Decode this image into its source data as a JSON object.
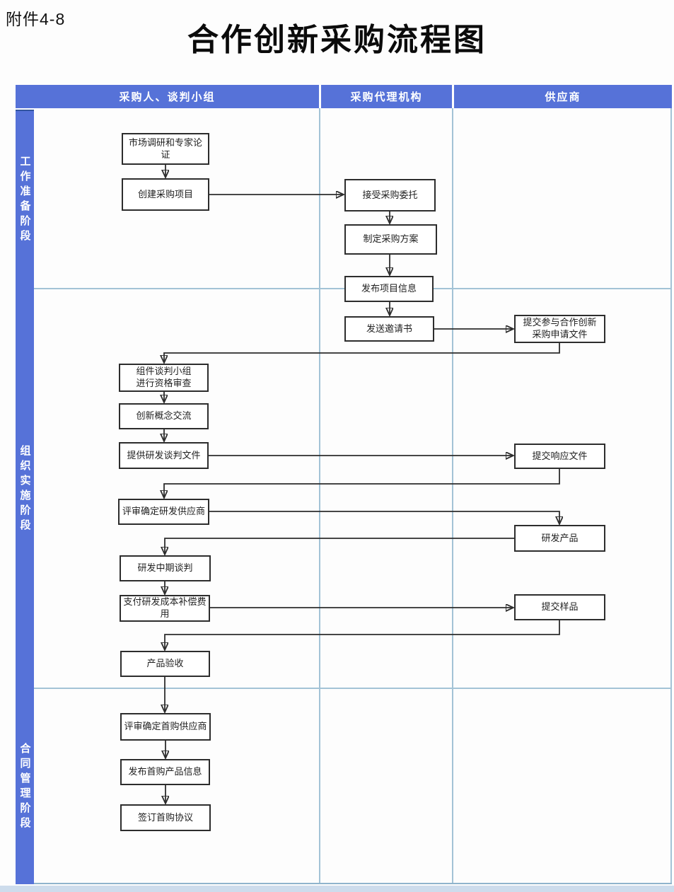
{
  "page": {
    "attachment_label": "附件4-8",
    "title": "合作创新采购流程图"
  },
  "lane_headers": [
    "采购人、谈判小组",
    "采购代理机构",
    "供应商"
  ],
  "phases": [
    "工作准备阶段",
    "组织实施阶段",
    "合同管理阶段"
  ],
  "nodes": {
    "market_research": "市场调研和专家论证",
    "create_project": "创建采购项目",
    "accept_entrustment": "接受采购委托",
    "make_plan": "制定采购方案",
    "publish_project_info": "发布项目信息",
    "send_invitation": "发送邀请书",
    "submit_application": "提交参与合作创新\n采购申请文件",
    "form_group_qualification": "组件谈判小组\n进行资格审查",
    "concept_exchange": "创新概念交流",
    "provide_rd_docs": "提供研发谈判文件",
    "submit_response": "提交响应文件",
    "review_rd_supplier": "评审确定研发供应商",
    "develop_product": "研发产品",
    "midterm_negotiation": "研发中期谈判",
    "pay_compensation": "支付研发成本补偿费\n用",
    "submit_sample": "提交样品",
    "product_acceptance": "产品验收",
    "review_first_supplier": "评审确定首购供应商",
    "publish_first_product_info": "发布首购产品信息",
    "sign_first_agreement": "签订首购协议"
  },
  "edges": [
    {
      "from": "market_research",
      "to": "create_project"
    },
    {
      "from": "create_project",
      "to": "accept_entrustment"
    },
    {
      "from": "accept_entrustment",
      "to": "make_plan"
    },
    {
      "from": "make_plan",
      "to": "publish_project_info"
    },
    {
      "from": "publish_project_info",
      "to": "send_invitation"
    },
    {
      "from": "send_invitation",
      "to": "submit_application"
    },
    {
      "from": "submit_application",
      "to": "form_group_qualification"
    },
    {
      "from": "form_group_qualification",
      "to": "concept_exchange"
    },
    {
      "from": "concept_exchange",
      "to": "provide_rd_docs"
    },
    {
      "from": "provide_rd_docs",
      "to": "submit_response"
    },
    {
      "from": "submit_response",
      "to": "review_rd_supplier"
    },
    {
      "from": "review_rd_supplier",
      "to": "develop_product"
    },
    {
      "from": "develop_product",
      "to": "midterm_negotiation"
    },
    {
      "from": "midterm_negotiation",
      "to": "pay_compensation"
    },
    {
      "from": "pay_compensation",
      "to": "submit_sample"
    },
    {
      "from": "submit_sample",
      "to": "product_acceptance"
    },
    {
      "from": "product_acceptance",
      "to": "review_first_supplier"
    },
    {
      "from": "review_first_supplier",
      "to": "publish_first_product_info"
    },
    {
      "from": "publish_first_product_info",
      "to": "sign_first_agreement"
    }
  ],
  "colors": {
    "lane_blue": "#5672d8",
    "grid_line": "#a3c3d6",
    "node_border": "#2d2d2d",
    "arrow": "#2d2d2d",
    "bottom_band": "#cddcec"
  }
}
